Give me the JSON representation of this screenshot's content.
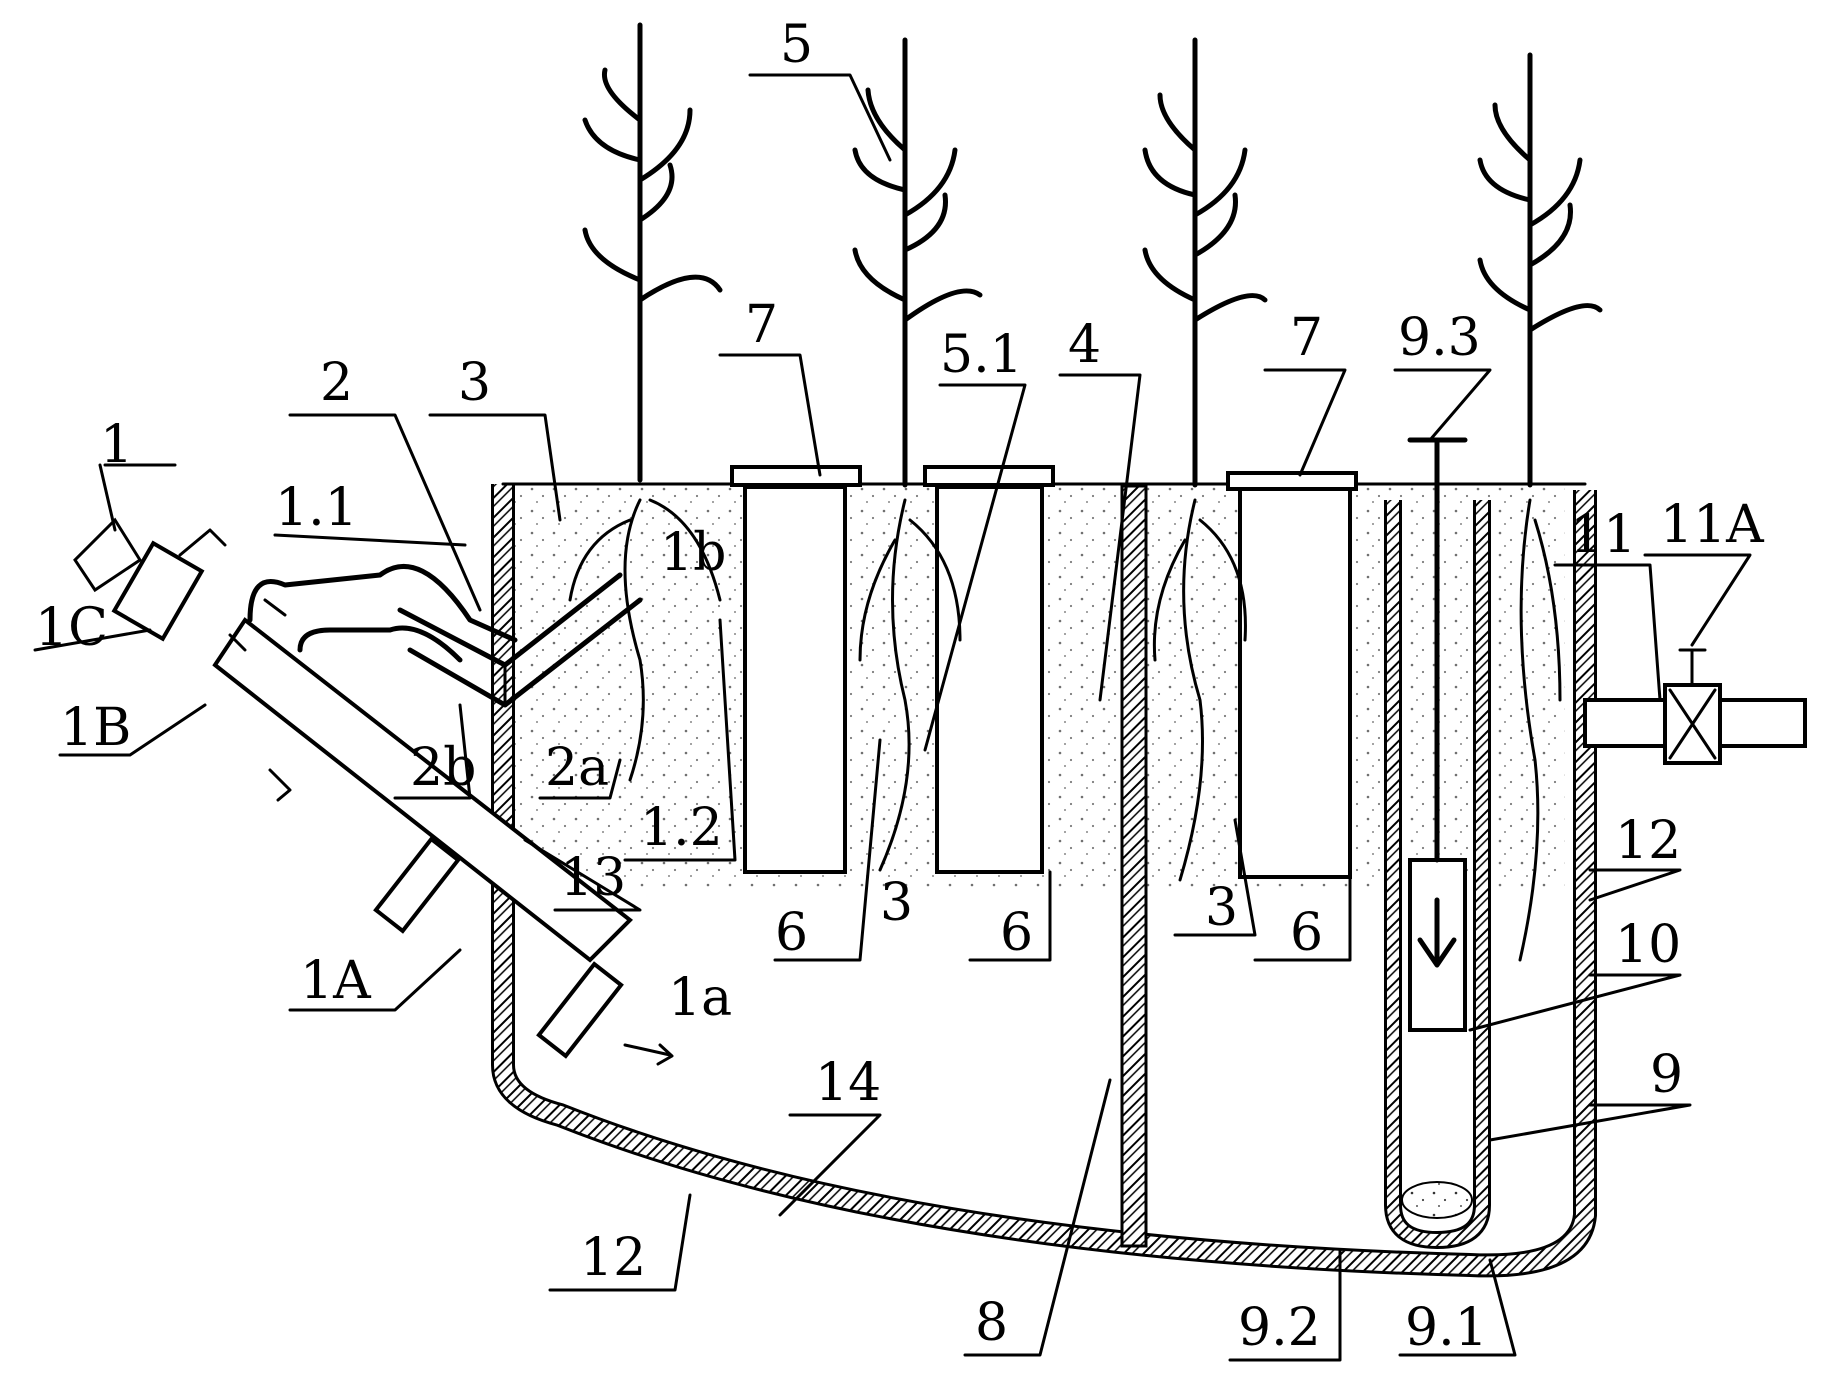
{
  "labels": {
    "l1": "1",
    "l1_1": "1.1",
    "l1C": "1C",
    "l1B": "1B",
    "l2": "2",
    "l3_top": "3",
    "l1b": "1b",
    "l2b": "2b",
    "l2a": "2a",
    "l1_2": "1.2",
    "l13": "13",
    "l1A": "1A",
    "l1a": "1a",
    "l5": "5",
    "l7_left": "7",
    "l5_1": "5.1",
    "l4": "4",
    "l7_right": "7",
    "l9_3": "9.3",
    "l11": "11",
    "l11A": "11A",
    "l6_a": "6",
    "l3_mid": "3",
    "l6_b": "6",
    "l3_right": "3",
    "l6_c": "6",
    "l12_right": "12",
    "l10": "10",
    "l9": "9",
    "l14": "14",
    "l12_bottom": "12",
    "l8": "8",
    "l9_2": "9.2",
    "l9_1": "9.1"
  }
}
